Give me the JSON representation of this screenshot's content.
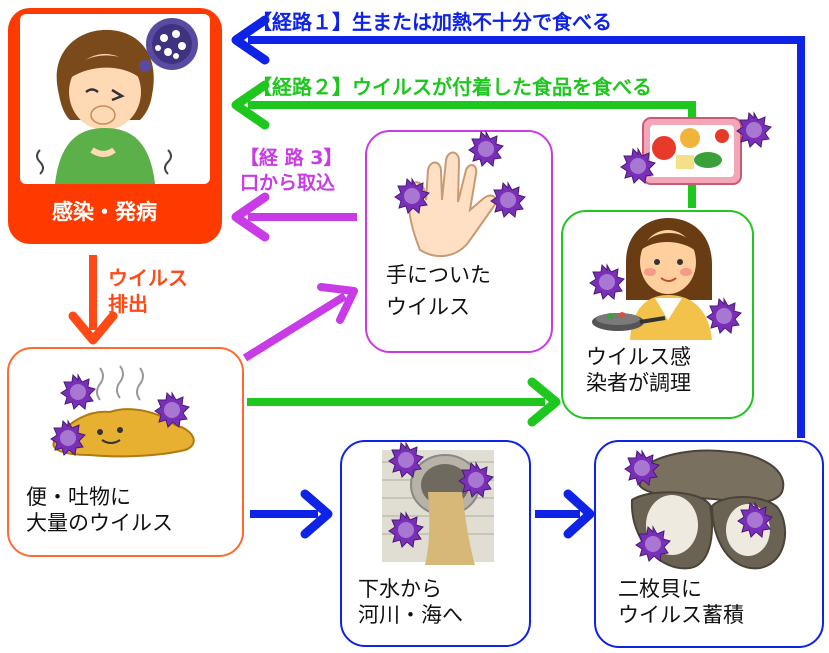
{
  "routes": {
    "route1": "【経路１】生または加熱不十分で食べる",
    "route2": "【経路２】ウイルスが付着した食品を食べる",
    "route3_line1": "【経 路 3】",
    "route3_line2": "口から取込"
  },
  "nodes": {
    "infection": "感染・発病",
    "excretion_line1": "ウイルス",
    "excretion_line2": "排出",
    "hand_line1": "手についた",
    "hand_line2": "ウイルス",
    "cook_line1": "ウイルス感",
    "cook_line2": "染者が調理",
    "vomit_line1": "便・吐物に",
    "vomit_line2": "大量のウイルス",
    "sewage_line1": "下水から",
    "sewage_line2": "河川・海へ",
    "shellfish_line1": "二枚貝に",
    "shellfish_line2": "ウイルス蓄積"
  },
  "colors": {
    "route1": "#0f23e6",
    "route2": "#1ec71e",
    "route3": "#c93be6",
    "excretion": "#ff4a17",
    "infection_fill": "#ff3a00"
  },
  "icons": [
    "virus-icon",
    "sick-person-icon",
    "hand-icon",
    "cook-icon",
    "bento-icon",
    "vomit-icon",
    "sewage-pipe-icon",
    "oyster-icon"
  ]
}
